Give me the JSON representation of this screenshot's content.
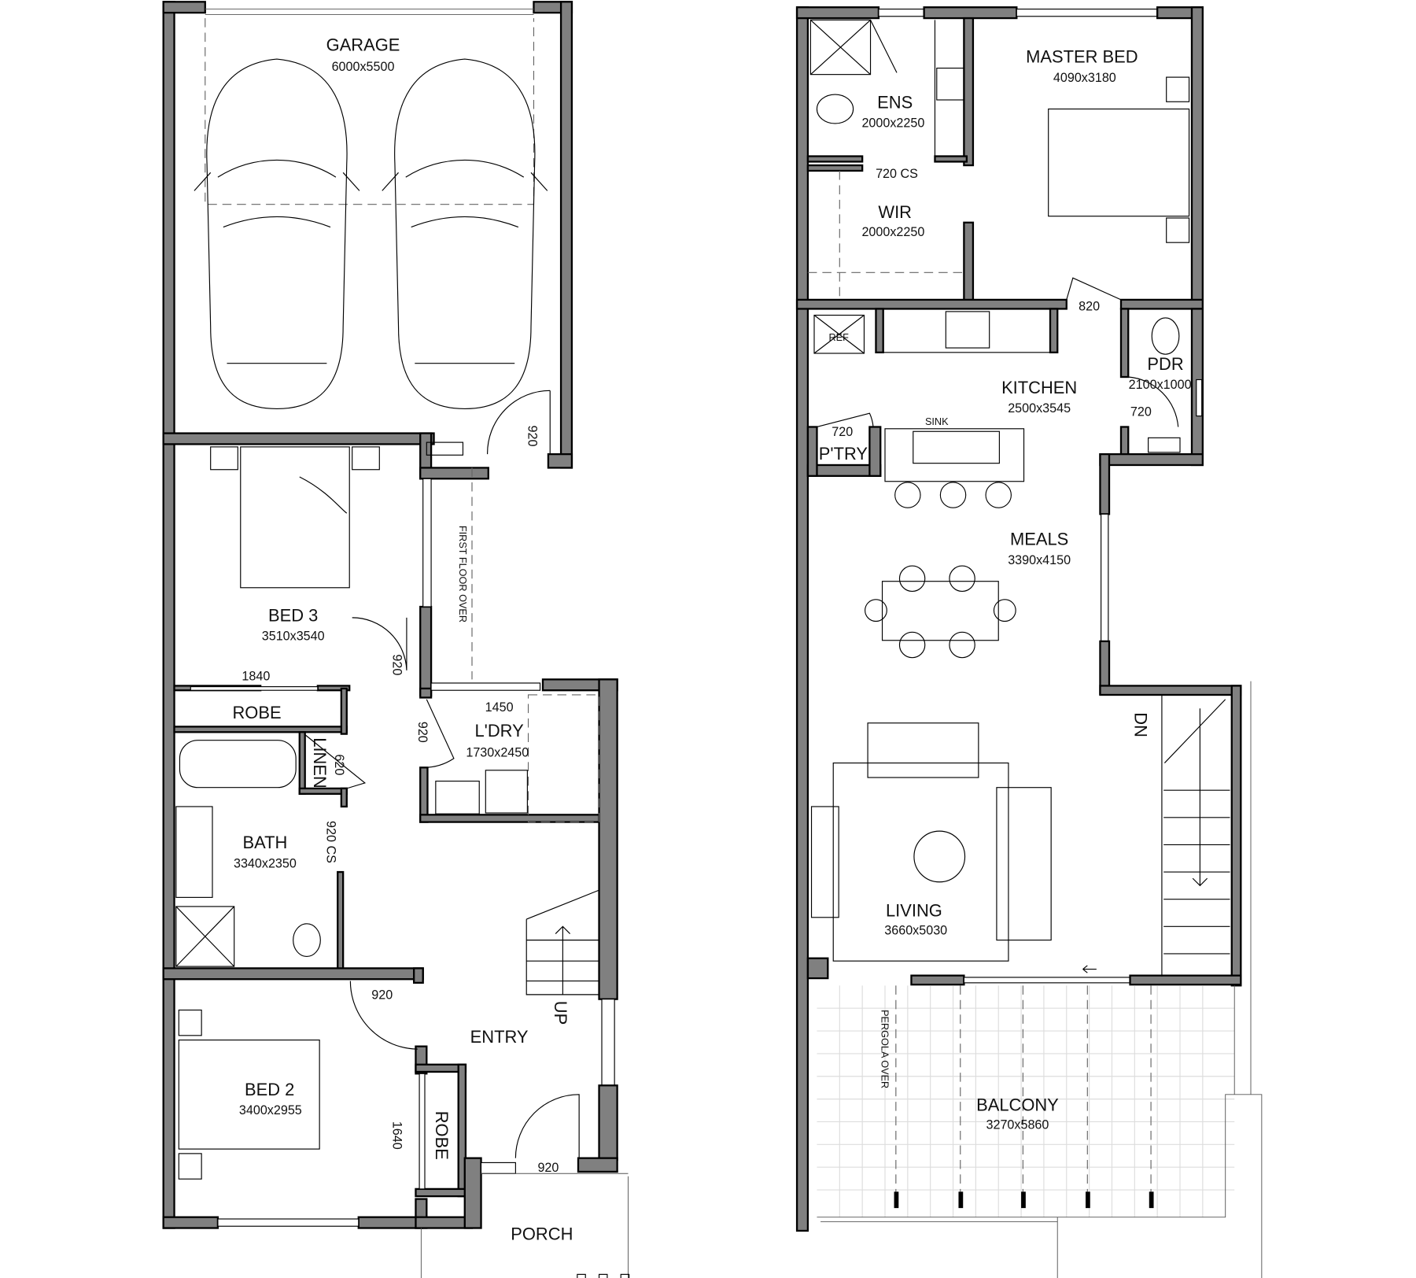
{
  "ground_floor": {
    "rooms": [
      {
        "name": "GARAGE",
        "size": "6000x5500"
      },
      {
        "name": "BED 3",
        "size": "3510x3540"
      },
      {
        "name": "ROBE"
      },
      {
        "name": "LINEN"
      },
      {
        "name": "BATH",
        "size": "3340x2350"
      },
      {
        "name": "L'DRY",
        "size": "1730x2450"
      },
      {
        "name": "ENTRY"
      },
      {
        "name": "BED 2",
        "size": "3400x2955"
      },
      {
        "name": "ROBE"
      },
      {
        "name": "PORCH"
      }
    ],
    "dimensions": [
      "920",
      "1840",
      "920",
      "920",
      "620",
      "920 CS",
      "1450",
      "920",
      "1640",
      "920"
    ],
    "notes": {
      "first_floor_over": "FIRST FLOOR OVER",
      "up": "UP"
    }
  },
  "first_floor": {
    "rooms": [
      {
        "name": "ENS",
        "size": "2000x2250"
      },
      {
        "name": "MASTER BED",
        "size": "4090x3180"
      },
      {
        "name": "WIR",
        "size": "2000x2250"
      },
      {
        "name": "KITCHEN",
        "size": "2500x3545"
      },
      {
        "name": "PDR",
        "size": "2100x1000"
      },
      {
        "name": "P'TRY"
      },
      {
        "name": "MEALS",
        "size": "3390x4150"
      },
      {
        "name": "LIVING",
        "size": "3660x5030"
      },
      {
        "name": "BALCONY",
        "size": "3270x5860"
      }
    ],
    "dimensions": [
      "720 CS",
      "820",
      "720",
      "720"
    ],
    "notes": {
      "ref": "REF",
      "sink": "SINK",
      "dn": "DN",
      "pergola_over": "PERGOLA OVER"
    }
  },
  "colors": {
    "wall": "#808080",
    "line": "#000000",
    "background": "#ffffff"
  }
}
